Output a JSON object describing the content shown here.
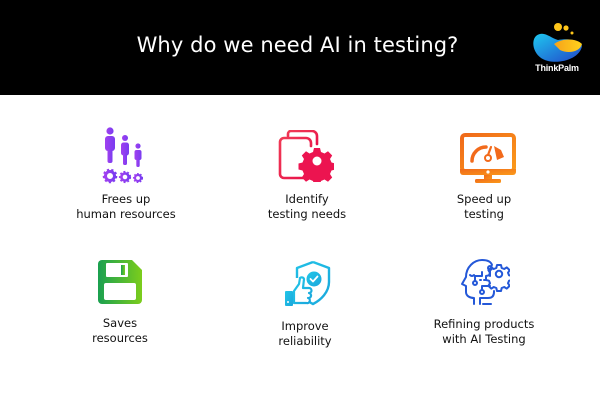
{
  "header": {
    "title": "Why do we need AI in testing?",
    "logo": {
      "icon": "thinkpalm-logo-icon",
      "text": "ThinkPalm"
    },
    "background": "#000000"
  },
  "items": [
    {
      "icon": "people-gears-icon",
      "color": "#8b3ff0",
      "line1": "Frees up",
      "line2": "human resources"
    },
    {
      "icon": "document-gear-icon",
      "color": "#f0174f",
      "line1": "Identify",
      "line2": "testing needs"
    },
    {
      "icon": "monitor-speedometer-icon",
      "color": "#f57a12",
      "line1": "Speed up",
      "line2": "testing"
    },
    {
      "icon": "floppy-disk-icon",
      "color": "#2cb13a",
      "line1": "Saves",
      "line2": "resources"
    },
    {
      "icon": "shield-thumbs-up-icon",
      "color": "#1fb6e0",
      "line1": "Improve",
      "line2": "reliability"
    },
    {
      "icon": "ai-head-gear-icon",
      "color": "#2059d6",
      "line1": "Refining products",
      "line2": "with AI Testing"
    }
  ]
}
